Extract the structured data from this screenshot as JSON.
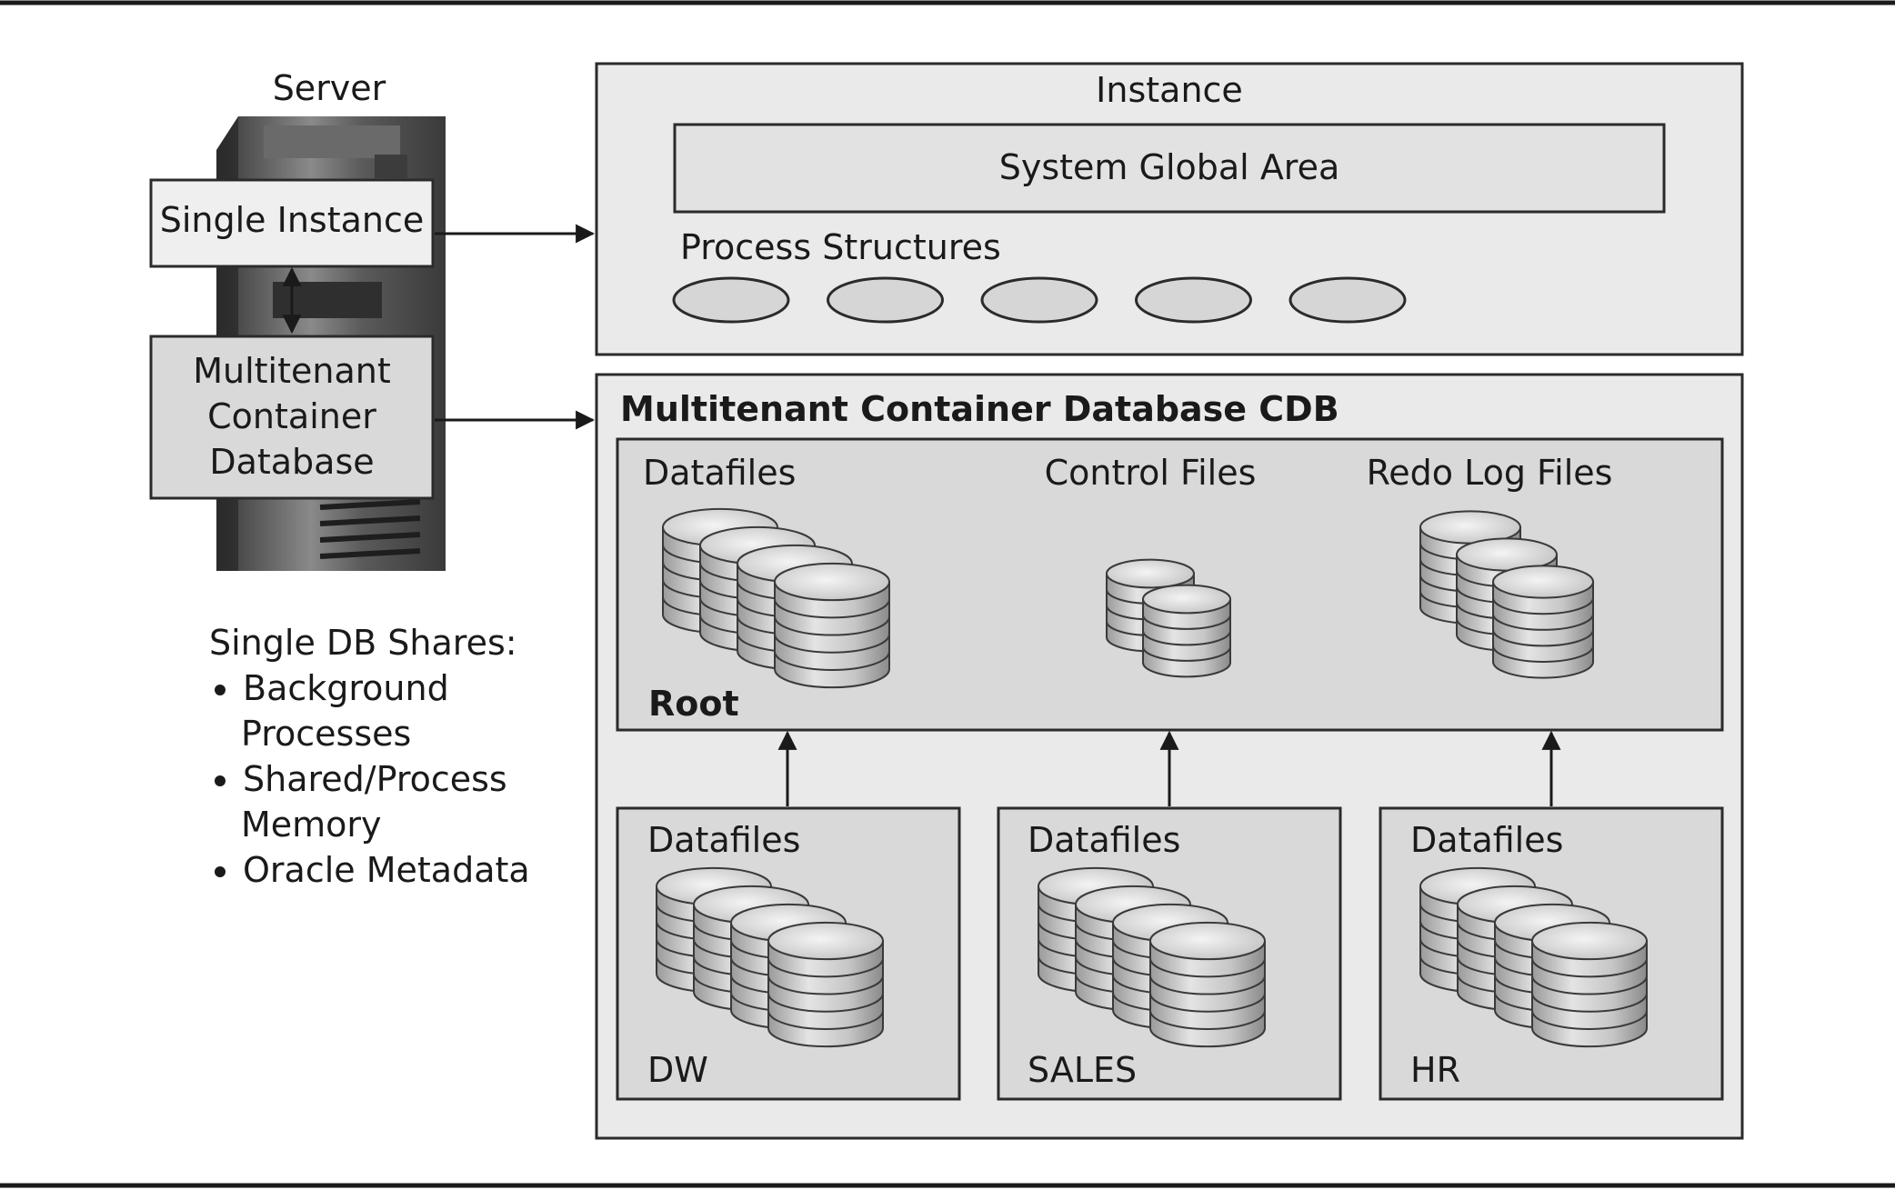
{
  "server": {
    "title": "Server",
    "single_instance": "Single Instance",
    "cdb_lines": [
      "Multitenant",
      "Container",
      "Database"
    ]
  },
  "shares": {
    "heading": "Single DB Shares:",
    "items": [
      [
        "Background",
        "Processes"
      ],
      [
        "Shared/Process",
        "Memory"
      ],
      [
        "Oracle Metadata"
      ]
    ]
  },
  "instance": {
    "title": "Instance",
    "sga": "System Global Area",
    "process_label": "Process Structures",
    "process_count": 5
  },
  "cdb": {
    "title": "Multitenant Container Database CDB",
    "root": {
      "label": "Root",
      "datafiles": "Datafiles",
      "control_files": "Control Files",
      "redo_log_files": "Redo Log Files"
    },
    "pdbs": [
      {
        "datafiles": "Datafiles",
        "name": "DW"
      },
      {
        "datafiles": "Datafiles",
        "name": "SALES"
      },
      {
        "datafiles": "Datafiles",
        "name": "HR"
      }
    ]
  },
  "colors": {
    "box_fill": "#eaeaea",
    "inner_fill": "#d9d9d9",
    "stroke": "#2b2b2b",
    "ellipse_fill": "#d6d6d6"
  }
}
